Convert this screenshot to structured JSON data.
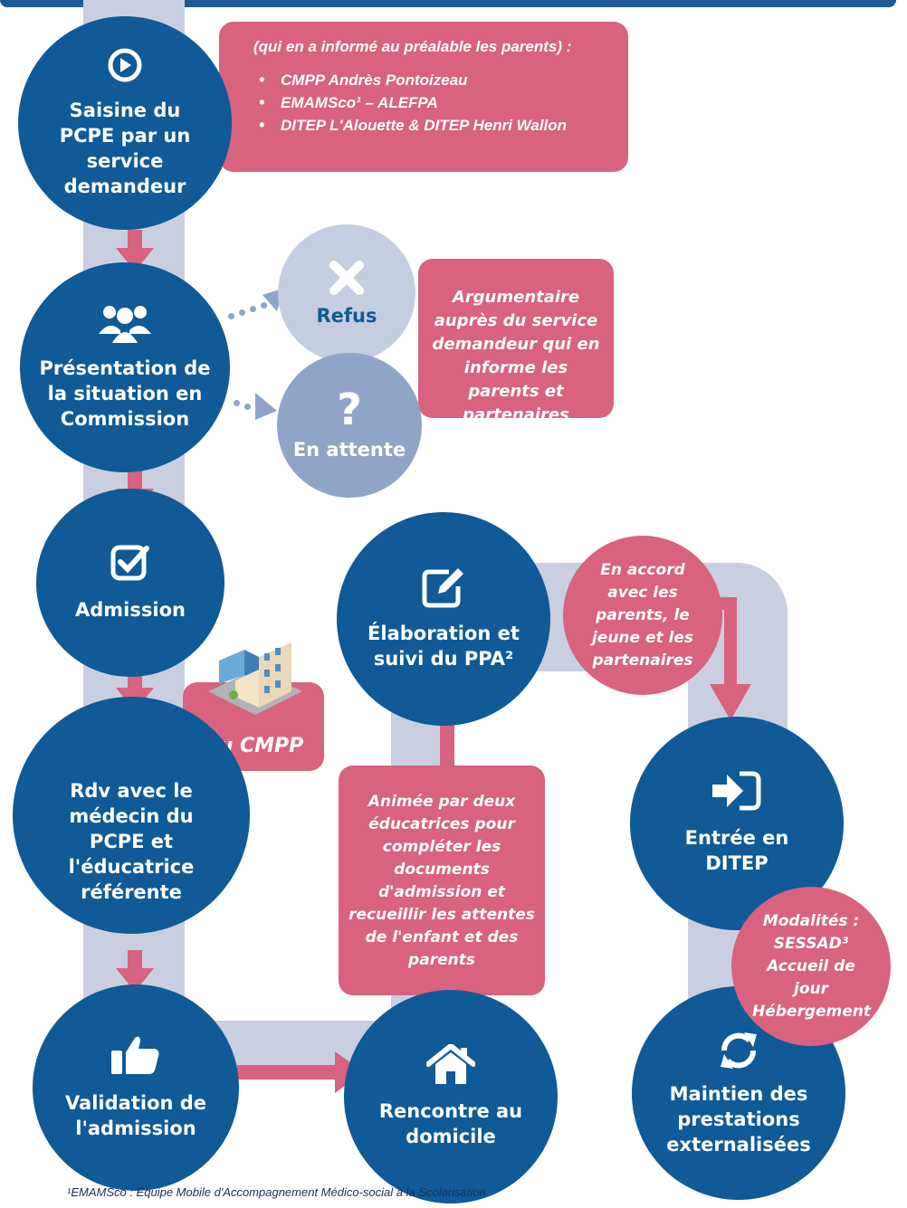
{
  "steps": {
    "saisine": {
      "label": "Saisine du PCPE par un service demandeur",
      "icon": "play-circle-icon"
    },
    "presentation": {
      "label": "Présentation de la situation en Commission",
      "icon": "group-icon"
    },
    "refus": {
      "label": "Refus",
      "icon": "cross-icon"
    },
    "attente": {
      "label": "En attente",
      "icon": "question-icon"
    },
    "admission": {
      "label": "Admission",
      "icon": "checkbox-icon"
    },
    "rdv": {
      "label": "Rdv avec le médecin du PCPE et l'éducatrice référente"
    },
    "validation": {
      "label": "Validation de l'admission",
      "icon": "thumbs-up-icon"
    },
    "rencontre": {
      "label": "Rencontre au domicile",
      "icon": "home-icon"
    },
    "elaboration": {
      "label": "Élaboration et suivi du PPA²",
      "icon": "edit-icon"
    },
    "entree": {
      "label": "Entrée en DITEP",
      "icon": "sign-in-icon"
    },
    "maintien": {
      "label": "Maintien des prestations externalisées",
      "icon": "refresh-icon"
    }
  },
  "notes": {
    "requesters_title": "(qui en a informé au préalable les parents) :",
    "requesters": [
      "CMPP Andrès Pontoizeau",
      "EMAMSco¹ – ALEFPA",
      "DITEP L'Alouette & DITEP Henri Wallon"
    ],
    "argumentaire": "Argumentaire auprès du service demandeur qui en informe les parents et partenaires",
    "au_cmpp": "Au CMPP",
    "animee": "Animée par deux éducatrices pour compléter les documents d'admission et recueillir les attentes de l'enfant et des parents",
    "accord": "En accord avec les parents, le jeune et les partenaires",
    "modalites": "Modalités : SESSAD³ Accueil de jour Hébergement"
  },
  "footnote": "¹EMAMSco : Équipe Mobile d'Accompagnement Médico-social à la Scolarisation",
  "colors": {
    "blue": "#0f5a97",
    "pink": "#d9627f",
    "light_blue": "#c9cfe0",
    "refus": "#c5cde0",
    "attente": "#8fa4c7"
  }
}
